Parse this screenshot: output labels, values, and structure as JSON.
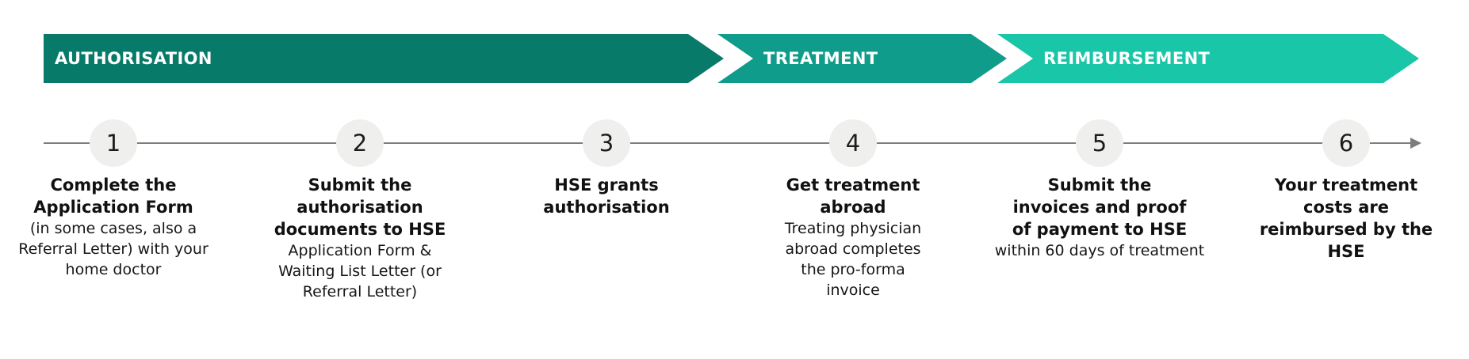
{
  "phases": [
    {
      "label": "AUTHORISATION",
      "color": "#087A69"
    },
    {
      "label": "TREATMENT",
      "color": "#109C8B"
    },
    {
      "label": "REIMBURSEMENT",
      "color": "#19C6A8"
    }
  ],
  "timeline": {
    "line_color": "#7d7d7d",
    "circle_color": "#efefee"
  },
  "steps": [
    {
      "number": "1",
      "title": "Complete the Application Form",
      "description": "(in some cases, also a Referral Letter) with your home doctor"
    },
    {
      "number": "2",
      "title": "Submit the authorisation documents to HSE",
      "description": "Application Form & Waiting List Letter (or Referral Letter)"
    },
    {
      "number": "3",
      "title": "HSE grants authorisation",
      "description": ""
    },
    {
      "number": "4",
      "title": "Get treatment abroad",
      "description": "Treating physician abroad completes the pro-forma invoice"
    },
    {
      "number": "5",
      "title": "Submit the invoices and proof of payment to HSE",
      "description": "within 60 days of treatment"
    },
    {
      "number": "6",
      "title": "Your treatment costs are reimbursed by the HSE",
      "description": ""
    }
  ]
}
